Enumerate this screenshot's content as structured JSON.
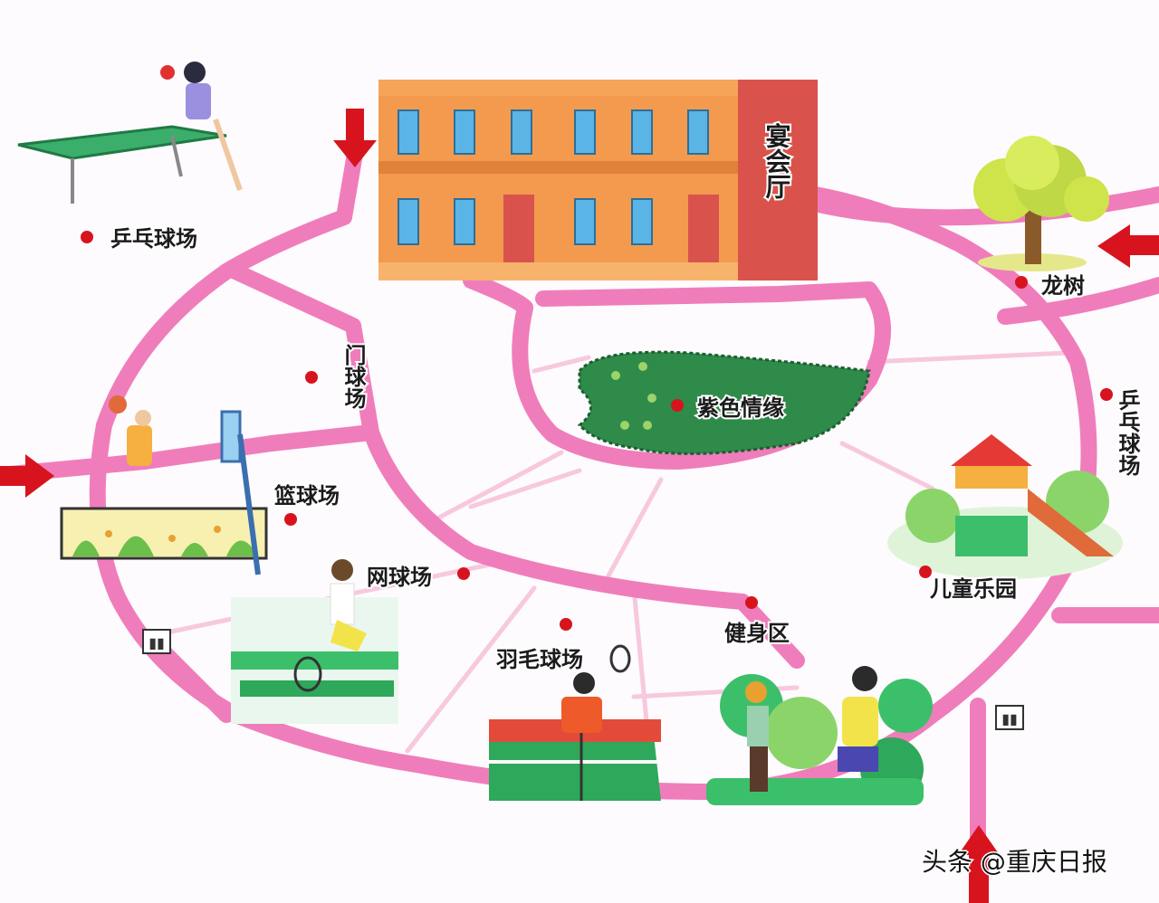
{
  "map": {
    "labels": {
      "pingpong_top": "乒乓球场",
      "banquet_hall": "宴会厅",
      "dragon_tree": "龙树",
      "gateball": "门球场",
      "purple_romance": "紫色情缘",
      "pingpong_right": "乒乓球场",
      "basketball": "篮球场",
      "tennis": "网球场",
      "badminton": "羽毛球场",
      "fitness": "健身区",
      "playground": "儿童乐园"
    },
    "icons": [
      "entrance-arrow-icon",
      "restroom-icon",
      "location-dot-icon"
    ],
    "colors": {
      "road": "#f07dbb",
      "marker": "#d7141e",
      "arrow": "#d7141e",
      "building": "#f39a4e",
      "lawn": "#2e8b4a"
    }
  },
  "watermark": "头条 @重庆日报"
}
